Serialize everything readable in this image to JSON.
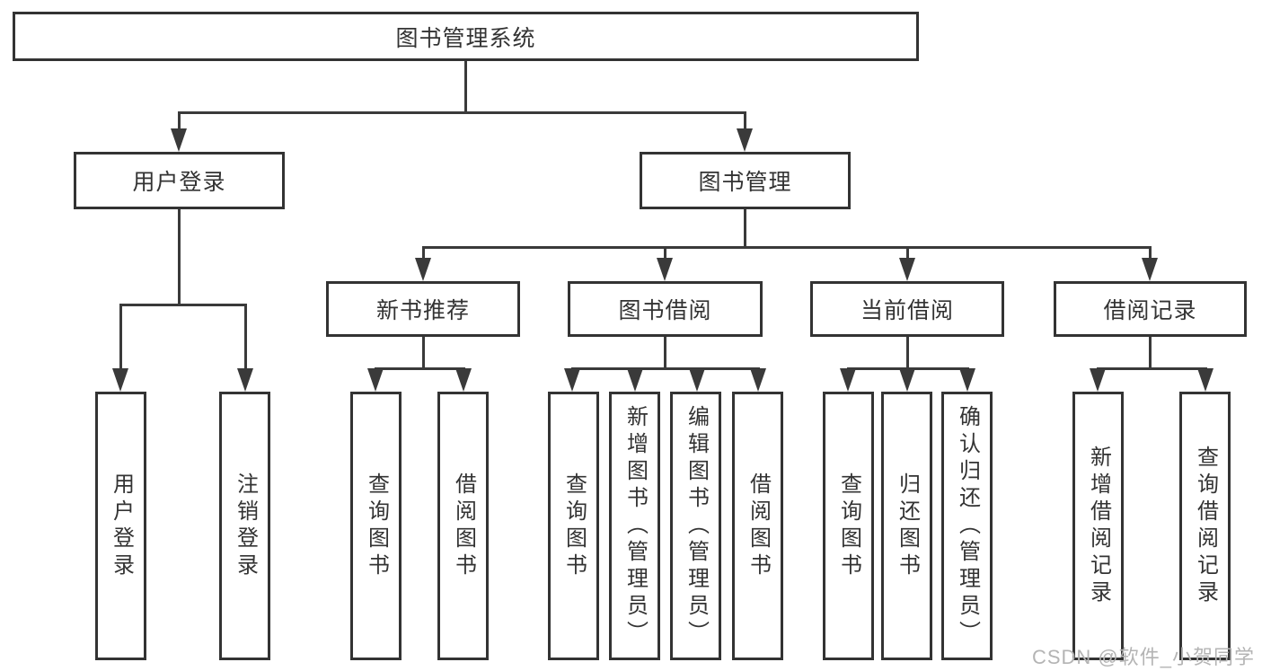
{
  "diagram": {
    "root": {
      "label": "图书管理系统"
    },
    "branches": [
      {
        "label": "用户登录",
        "children": [
          {
            "label": "用户登录"
          },
          {
            "label": "注销登录"
          }
        ]
      },
      {
        "label": "图书管理",
        "children": [
          {
            "label": "新书推荐",
            "children": [
              {
                "label": "查询图书"
              },
              {
                "label": "借阅图书"
              }
            ]
          },
          {
            "label": "图书借阅",
            "children": [
              {
                "label": "查询图书"
              },
              {
                "label": "新增图书（管理员）"
              },
              {
                "label": "编辑图书（管理员）"
              },
              {
                "label": "借阅图书"
              }
            ]
          },
          {
            "label": "当前借阅",
            "children": [
              {
                "label": "查询图书"
              },
              {
                "label": "归还图书"
              },
              {
                "label": "确认归还（管理员）"
              }
            ]
          },
          {
            "label": "借阅记录",
            "children": [
              {
                "label": "新增借阅记录"
              },
              {
                "label": "查询借阅记录"
              }
            ]
          }
        ]
      }
    ]
  },
  "watermark": {
    "text": "CSDN @软件_小贺同学"
  },
  "colors": {
    "line": "#3a3a3a",
    "border": "#333333",
    "text": "#333333",
    "background": "#ffffff",
    "watermark": "#b4b4b4"
  }
}
